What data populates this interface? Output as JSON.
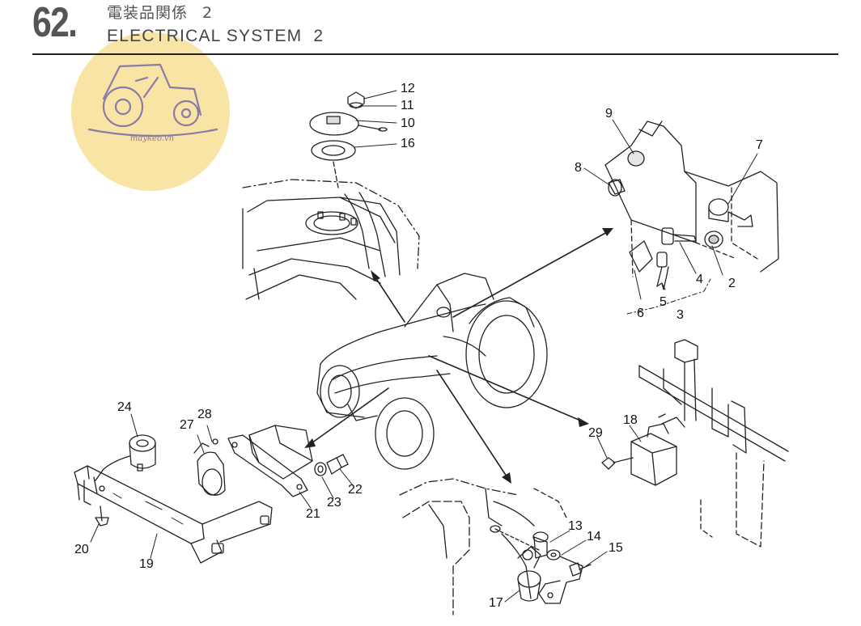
{
  "header": {
    "section_number": "62.",
    "title_jp": "電装品関係",
    "title_jp_suffix": "2",
    "title_en": "ELECTRICAL SYSTEM",
    "title_en_suffix": "2"
  },
  "logo": {
    "text": "maykeo.vn"
  },
  "callouts": {
    "c1": "12",
    "c2": "11",
    "c3": "10",
    "c4": "16",
    "c5": "9",
    "c6": "7",
    "c7": "8",
    "c8": "4",
    "c9": "2",
    "c10": "6",
    "c11": "5",
    "c12": "3",
    "c13": "24",
    "c14": "27",
    "c15": "28",
    "c16": "20",
    "c17": "19",
    "c18": "21",
    "c19": "23",
    "c20": "22",
    "c21": "29",
    "c22": "18",
    "c23": "13",
    "c24": "14",
    "c25": "15",
    "c26": "17"
  }
}
